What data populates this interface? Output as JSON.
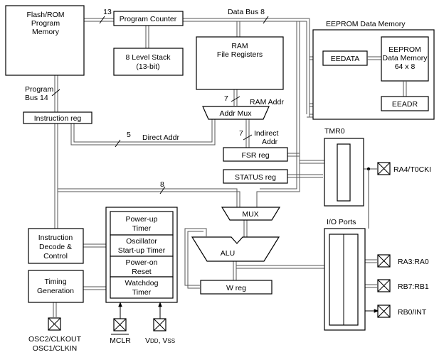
{
  "blocks": {
    "flash": [
      "Flash/ROM",
      "Program",
      "Memory"
    ],
    "program_counter": "Program Counter",
    "stack": [
      "8 Level Stack",
      "(13-bit)"
    ],
    "ram": [
      "RAM",
      "File Registers"
    ],
    "instruction_reg": "Instruction reg",
    "addr_mux": "Addr Mux",
    "fsr": "FSR reg",
    "status": "STATUS reg",
    "mux": "MUX",
    "alu": "ALU",
    "wreg": "W reg",
    "decode": [
      "Instruction",
      "Decode &",
      "Control"
    ],
    "timing": [
      "Timing",
      "Generation"
    ],
    "timers": {
      "powerup": [
        "Power-up",
        "Timer"
      ],
      "osc": [
        "Oscillator",
        "Start-up Timer"
      ],
      "por": [
        "Power-on",
        "Reset"
      ],
      "wdt": [
        "Watchdog",
        "Timer"
      ]
    },
    "eeprom_title": "EEPROM Data Memory",
    "eedata": "EEDATA",
    "eeprom_mem": [
      "EEPROM",
      "Data Memory",
      "64 x 8"
    ],
    "eeadr": "EEADR",
    "tmr0": "TMR0",
    "io_ports": "I/O Ports"
  },
  "labels": {
    "bus13": "13",
    "data_bus": "Data Bus 8",
    "program_bus": [
      "Program",
      "Bus 14"
    ],
    "ram_addr_width": "7",
    "ram_addr": "RAM Addr",
    "direct_width": "5",
    "direct_addr": "Direct Addr",
    "indirect_width": "7",
    "indirect_addr": [
      "Indirect",
      "Addr"
    ],
    "bus8": "8"
  },
  "pins": {
    "ra4": "RA4/T0CKI",
    "ra3": "RA3:RA0",
    "rb7": "RB7:RB1",
    "rb0": "RB0/INT",
    "osc": [
      "OSC2/CLKOUT",
      "OSC1/CLKIN"
    ],
    "mclr": "MCLR",
    "vdd": "V",
    "vdd_sub": "DD",
    "vss": ", V",
    "vss_sub": "SS"
  }
}
